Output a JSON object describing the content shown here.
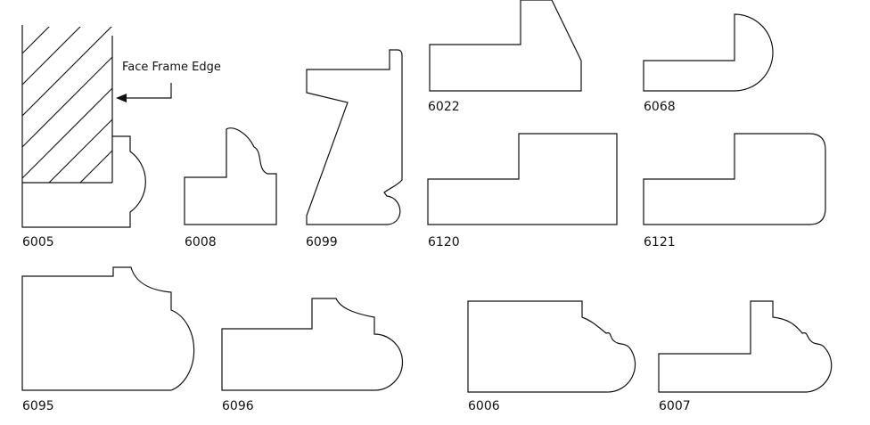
{
  "annotation": {
    "text": "Face Frame Edge"
  },
  "profiles": [
    {
      "code": "6005"
    },
    {
      "code": "6008"
    },
    {
      "code": "6099"
    },
    {
      "code": "6022"
    },
    {
      "code": "6068"
    },
    {
      "code": "6120"
    },
    {
      "code": "6121"
    },
    {
      "code": "6095"
    },
    {
      "code": "6096"
    },
    {
      "code": "6006"
    },
    {
      "code": "6007"
    }
  ]
}
